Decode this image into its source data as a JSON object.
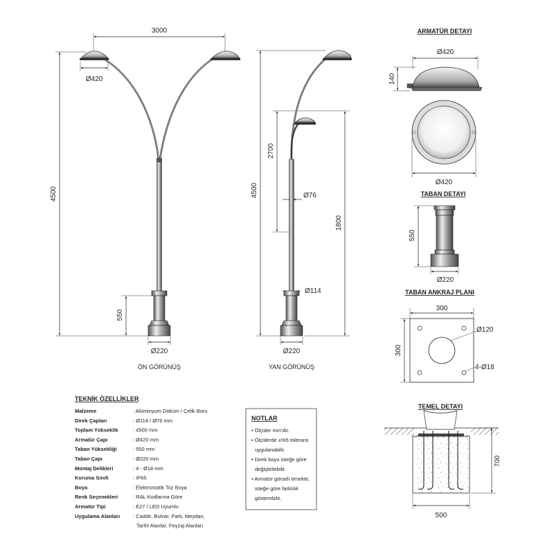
{
  "front_view": {
    "caption": "ÖN GÖRÜNÜŞ",
    "span": "3000",
    "height": "4500",
    "base_height": "550",
    "lamp_dia": "Ø420",
    "base_dia": "Ø220"
  },
  "side_view": {
    "caption": "YAN GÖRÜNÜŞ",
    "height": "4500",
    "arm_height": "2700",
    "mid_height": "1800",
    "upper_pipe": "Ø76",
    "lower_pipe": "Ø114",
    "base_dia": "Ø220"
  },
  "luminaire_detail": {
    "title": "ARMATÜR DETAYI",
    "dia_top": "Ø420",
    "height": "140",
    "dia_bottom": "Ø420"
  },
  "base_detail": {
    "title": "TABAN DETAYI",
    "height": "550",
    "dia": "Ø220"
  },
  "anchor_plan": {
    "title": "TABAN ANKRAJ PLANI",
    "width": "300",
    "height": "300",
    "hole": "Ø120",
    "bolts": "4-Ø18"
  },
  "foundation": {
    "title": "TEMEL DETAYI",
    "depth": "700",
    "width": "500"
  },
  "specs": {
    "title": "TEKNİK ÖZELLİKLER",
    "rows": [
      {
        "label": "Malzeme",
        "value": ": Alüminyum Döküm / Çelik Boru"
      },
      {
        "label": "Direk Çapları",
        "value": ": Ø114 / Ø76 mm"
      },
      {
        "label": "Toplam Yükseklik",
        "value": ": 4500 mm"
      },
      {
        "label": "Armatür Çapı",
        "value": ": Ø420 mm"
      },
      {
        "label": "Taban Yüksekliği",
        "value": ": 550 mm"
      },
      {
        "label": "Taban Çapı",
        "value": ": Ø220 mm"
      },
      {
        "label": "Montaj Delikleri",
        "value": ": 4 - Ø18 mm"
      },
      {
        "label": "Koruma Sınıfı",
        "value": ": IP65"
      },
      {
        "label": "Boya",
        "value": ": Elektrostatik Toz Boya"
      },
      {
        "label": "Renk Seçenekleri",
        "value": ": RAL Kodlarına Göre"
      },
      {
        "label": "Armatür Tipi",
        "value": ": E27 / LED Uyumlu"
      },
      {
        "label": "Uygulama Alanları",
        "value": ": Cadde, Bulvar, Park, Meydan,"
      },
      {
        "label": "",
        "value": "Tarihi Alanlar,  Peyzaj Alanları"
      }
    ]
  },
  "notes": {
    "title": "NOTLAR",
    "lines": [
      "• Ölçüler mm'dir.",
      "• Ölçülerde ±%5 tolerans",
      "uygulanabilir.",
      "• Direk boyu isteğe göre",
      "değiştirilebilir.",
      "• Armatür görseli örnektir,",
      "isteğe göre farklılık",
      "gösterebilir."
    ]
  }
}
